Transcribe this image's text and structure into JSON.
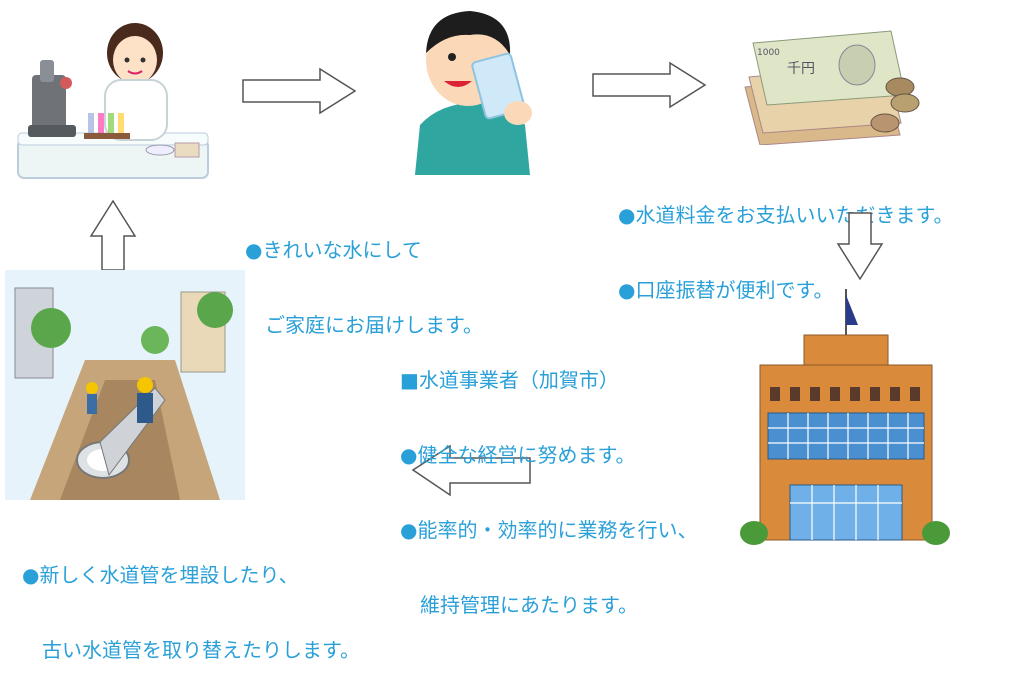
{
  "steps": {
    "delivery": {
      "line1": "●きれいな水にして",
      "line2": "　ご家庭にお届けします。"
    },
    "payment": {
      "line1": "●水道料金をお支払いいただきます。",
      "line2": "●口座振替が便利です。"
    },
    "utility": {
      "line1": "■水道事業者（加賀市）",
      "line2": "●健全な経営に努めます。",
      "line3": "●能率的・効率的に業務を行い、",
      "line4": "　維持管理にあたります。"
    },
    "pipes": {
      "line1": "●新しく水道管を埋設したり、",
      "line2": "　古い水道管を取り替えたりします。"
    }
  },
  "illustrations": {
    "money_note_label": "千円",
    "money_denomination": "1000"
  },
  "colors": {
    "text": "#2aa0d8",
    "arrow_stroke": "#555555",
    "building_brick": "#d98a3a",
    "building_window": "#4a8fd0",
    "sky_background": "#e6f3fb"
  }
}
